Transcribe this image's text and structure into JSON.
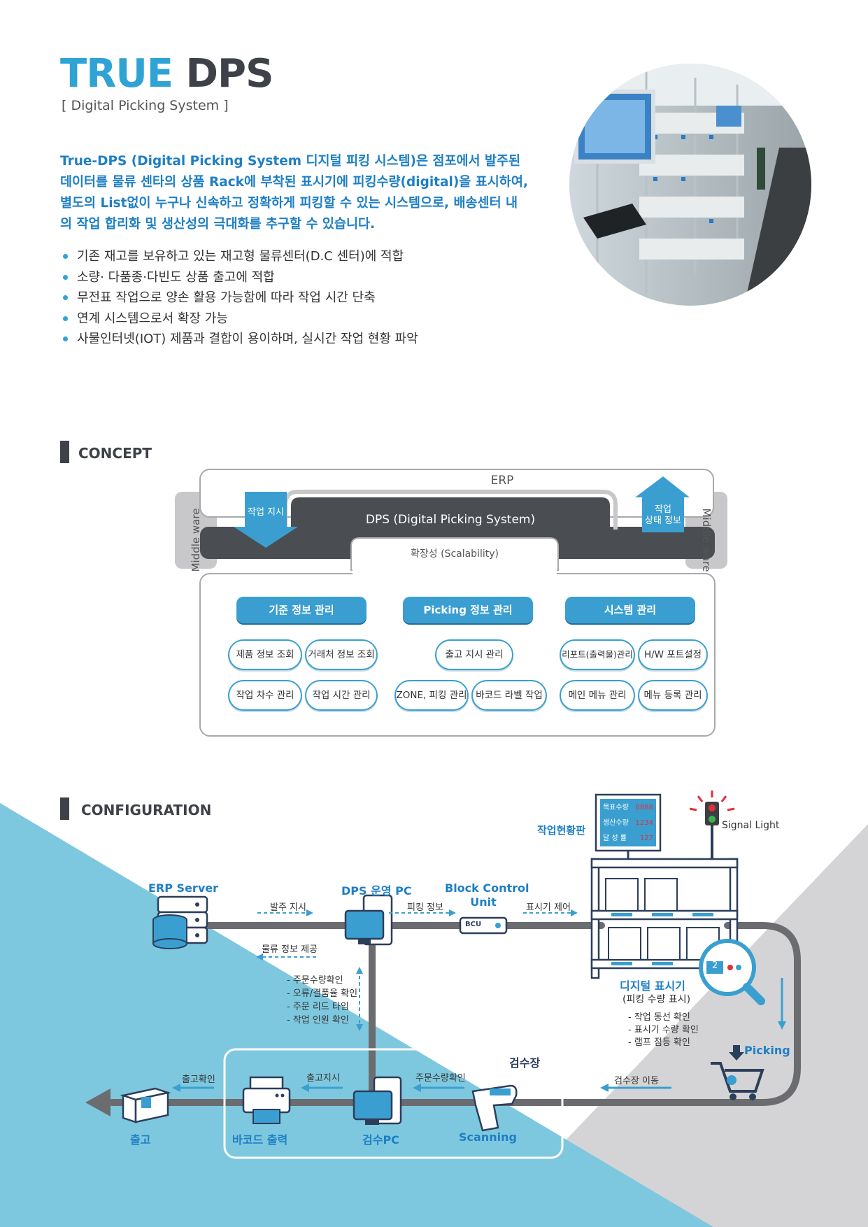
{
  "header": {
    "title_part1": "TRUE",
    "title_part2": "DPS",
    "subtitle": "[ Digital Picking System ]",
    "intro": "True-DPS (Digital Picking System 디지털 피킹 시스템)은 점포에서 발주된 데이터를 물류 센타의 상품 Rack에 부착된 표시기에 피킹수량(digital)을 표시하여, 별도의 List없이 누구나 신속하고 정확하게 피킹할 수 있는 시스템으로, 배송센터 내의 작업 합리화 및 생산성의 극대화를 추구할 수 있습니다.",
    "bullets": [
      "기존 재고를 보유하고 있는 재고형 물류센터(D.C 센터)에 적합",
      "소량· 다품종·다빈도 상품 출고에 적합",
      "무전표 작업으로 양손 활용 가능함에 따라 작업 시간 단축",
      "연계 시스템으로서 확장 가능",
      "사물인터넷(IOT) 제품과 결합이 용이하며, 실시간 작업 현황 파악"
    ]
  },
  "concept": {
    "section_label": "CONCEPT",
    "erp": "ERP",
    "dps": "DPS (Digital Picking System)",
    "middleware": "Middle ware",
    "work_order": "작업 지시",
    "work_status_1": "작업",
    "work_status_2": "상태 정보",
    "scalability": "확장성 (Scalability)",
    "groups": [
      {
        "title": "기준 정보 관리",
        "items": [
          "제품 정보 조회",
          "거래처 정보 조회",
          "작업 차수 관리",
          "작업 시간 관리"
        ]
      },
      {
        "title": "Picking 정보 관리",
        "items": [
          "출고 지시 관리",
          "ZONE, 피킹 관리",
          "바코드 라벨 작업"
        ]
      },
      {
        "title": "시스템 관리",
        "items": [
          "리포트(출력물)관리",
          "H/W 포트설정",
          "메인 메뉴 관리",
          "메뉴 등록  관리"
        ]
      }
    ]
  },
  "configuration": {
    "section_label": "CONFIGURATION",
    "board_label": "작업현황판",
    "board_rows": [
      {
        "label": "목표수량",
        "value": "8888"
      },
      {
        "label": "생산수량",
        "value": "1234"
      },
      {
        "label": "달 성 률",
        "value": "127"
      }
    ],
    "signal_light": "Signal Light",
    "erp_server": "ERP Server",
    "dps_pc": "DPS 운영 PC",
    "bcu_title_1": "Block Control",
    "bcu_title_2": "Unit",
    "bcu_badge": "BCU",
    "order_instruction": "발주 지시",
    "picking_info": "피킹 정보",
    "display_control": "표시기 제어",
    "logistics_info": "물류 정보 제공",
    "dps_checks": [
      "- 주문수량확인",
      "- 오류/결품율 확인",
      "- 주문 리드 타임",
      "- 작업 인원 확인"
    ],
    "digital_display_1": "디지털 표시기",
    "digital_display_2": "(피킹 수량 표시)",
    "display_number": "2",
    "display_checks": [
      "- 작업 동선 확인",
      "- 표시기 수량 확인",
      "- 램프 점등 확인"
    ],
    "picking": "Picking",
    "move_to_inspection": "검수장 이동",
    "inspection_area": "검수장",
    "order_qty_check": "주문수량확인",
    "shipping_instruction": "출고지시",
    "shipping_confirm": "출고확인",
    "shipping": "출고",
    "barcode_print": "바코드 출력",
    "inspection_pc": "검수PC",
    "scanning": "Scanning"
  }
}
